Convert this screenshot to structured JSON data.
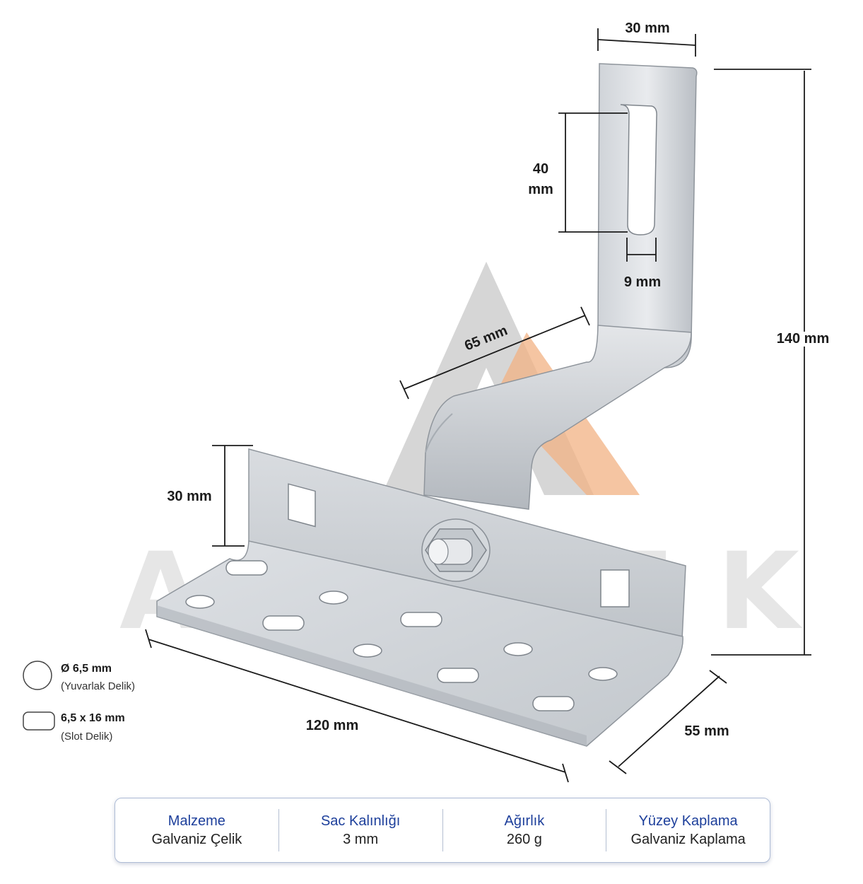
{
  "watermark": {
    "text": "ARTVEK"
  },
  "dimensions": {
    "top_width": "30 mm",
    "slot_length_line1": "40",
    "slot_length_line2": "mm",
    "slot_width": "9 mm",
    "arm_length": "65 mm",
    "total_height": "140 mm",
    "base_height": "30 mm",
    "base_length": "120 mm",
    "base_depth": "55 mm"
  },
  "legend": {
    "round_hole_size": "Ø 6,5 mm",
    "round_hole_name": "(Yuvarlak Delik)",
    "slot_hole_size": "6,5 x 16 mm",
    "slot_hole_name": "(Slot Delik)"
  },
  "specs": [
    {
      "label": "Malzeme",
      "value": "Galvaniz Çelik"
    },
    {
      "label": "Sac Kalınlığı",
      "value": "3 mm"
    },
    {
      "label": "Ağırlık",
      "value": "260 g"
    },
    {
      "label": "Yüzey Kaplama",
      "value": "Galvaniz Kaplama"
    }
  ],
  "colors": {
    "label_blue": "#1d3f9b",
    "metal_light": "#dfe2e6",
    "metal_dark": "#9ea4ab",
    "watermark_orange": "#f2b183"
  }
}
